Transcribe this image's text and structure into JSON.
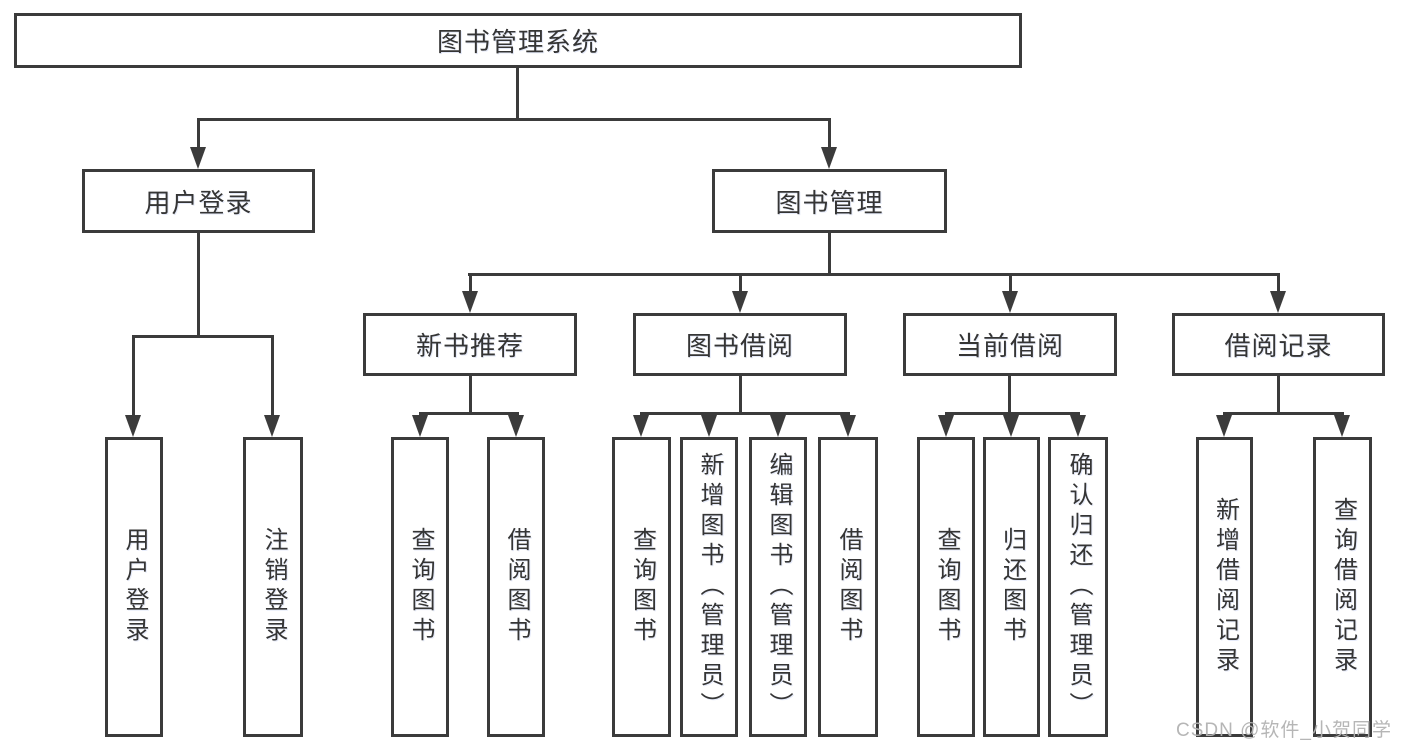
{
  "diagram": {
    "type": "org-tree",
    "root": {
      "label": "图书管理系统",
      "children": [
        {
          "label": "用户登录",
          "children": [
            {
              "label": "用户登录"
            },
            {
              "label": "注销登录"
            }
          ]
        },
        {
          "label": "图书管理",
          "children": [
            {
              "label": "新书推荐",
              "children": [
                {
                  "label": "查询图书"
                },
                {
                  "label": "借阅图书"
                }
              ]
            },
            {
              "label": "图书借阅",
              "children": [
                {
                  "label": "查询图书"
                },
                {
                  "label": "新增图书（管理员）"
                },
                {
                  "label": "编辑图书（管理员）"
                },
                {
                  "label": "借阅图书"
                }
              ]
            },
            {
              "label": "当前借阅",
              "children": [
                {
                  "label": "查询图书"
                },
                {
                  "label": "归还图书"
                },
                {
                  "label": "确认归还（管理员）"
                }
              ]
            },
            {
              "label": "借阅记录",
              "children": [
                {
                  "label": "新增借阅记录"
                },
                {
                  "label": "查询借阅记录"
                }
              ]
            }
          ]
        }
      ]
    }
  },
  "watermark": {
    "text": "CSDN @软件_小贺同学"
  },
  "colors": {
    "line": "#3b3b3b",
    "box_border": "#3b3b3b",
    "text": "#353535",
    "background": "#ffffff",
    "watermark": "#b2b2b2"
  }
}
